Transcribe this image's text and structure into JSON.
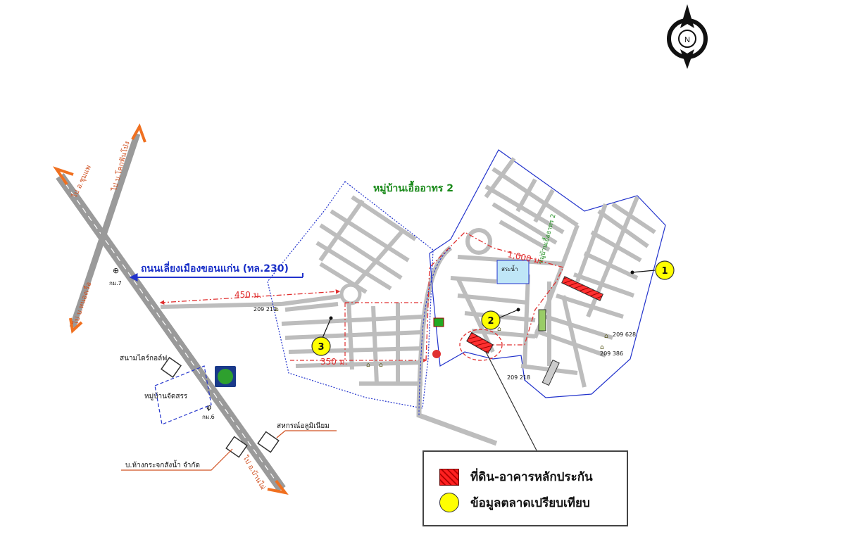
{
  "compass": {
    "label": "N"
  },
  "roads": {
    "bypass": "ถนนเลี่ยงเมืองขอนแก่น (ทล.230)",
    "to_chumphae": "ไป อ.ชุมแพ",
    "to_phon": "ไป อ.บ้านไผ่",
    "to_khoksi": "ไป บ.โคกฟันโป่ง",
    "to_nongruea": "ไป บ.หนองเรือ"
  },
  "villages": {
    "ua_athorn": "หมู่บ้านเอื้ออาทร 2",
    "jatsan": "หมู่บ้านจัดสรร",
    "side_road": "หมู่บ้านเอื้ออาทร 2"
  },
  "places": {
    "golf": "สนามไดร์กอล์ฟ",
    "coop": "สหกรณ์อลูมิเนียม",
    "company": "บ.ห้างกระจกสังน้ำ จำกัด",
    "pond": "สระน้ำ"
  },
  "km_markers": {
    "km7": "กม.7",
    "km6": "กม.6"
  },
  "distances": {
    "d450": "450 ม.",
    "d350": "350 ม.",
    "d1000": "1,000 ม."
  },
  "parcels": {
    "p1": "209 210",
    "p2": "209 628",
    "p3": "209 386",
    "p4": "209 218"
  },
  "comparables": [
    "1",
    "2",
    "3"
  ],
  "legend": {
    "collateral": "ที่ดิน-อาคารหลักประกัน",
    "market": "ข้อมูลตลาดเปรียบเทียบ"
  },
  "colors": {
    "road": "#bdbdbd",
    "highway": "#9a9a9a",
    "route_line": "#e03030",
    "boundary": "#2233cc",
    "marker": "#ffff00",
    "arrow": "#f07020",
    "village_label": "#1a8a1a"
  }
}
